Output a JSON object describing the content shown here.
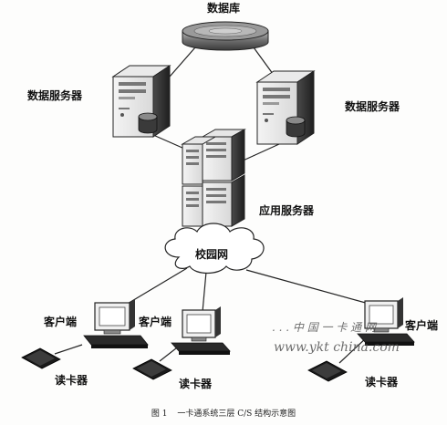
{
  "diagram": {
    "title": "",
    "nodes": {
      "database": "数据库",
      "data_server_left": "数据服务器",
      "data_server_right": "数据服务器",
      "app_server": "应用服务器",
      "campus_network": "校园网",
      "client_1": "客户端",
      "client_2": "客户端",
      "client_3": "客户端",
      "reader_1": "读卡器",
      "reader_2": "读卡器",
      "reader_3": "读卡器"
    }
  },
  "watermark": {
    "line1": ". . . 中 国 一 卡 通 网",
    "line2": "www.ykt china.com"
  },
  "caption": {
    "number": "图 1",
    "text": "一卡通系统三层 C/S 结构示意图"
  }
}
